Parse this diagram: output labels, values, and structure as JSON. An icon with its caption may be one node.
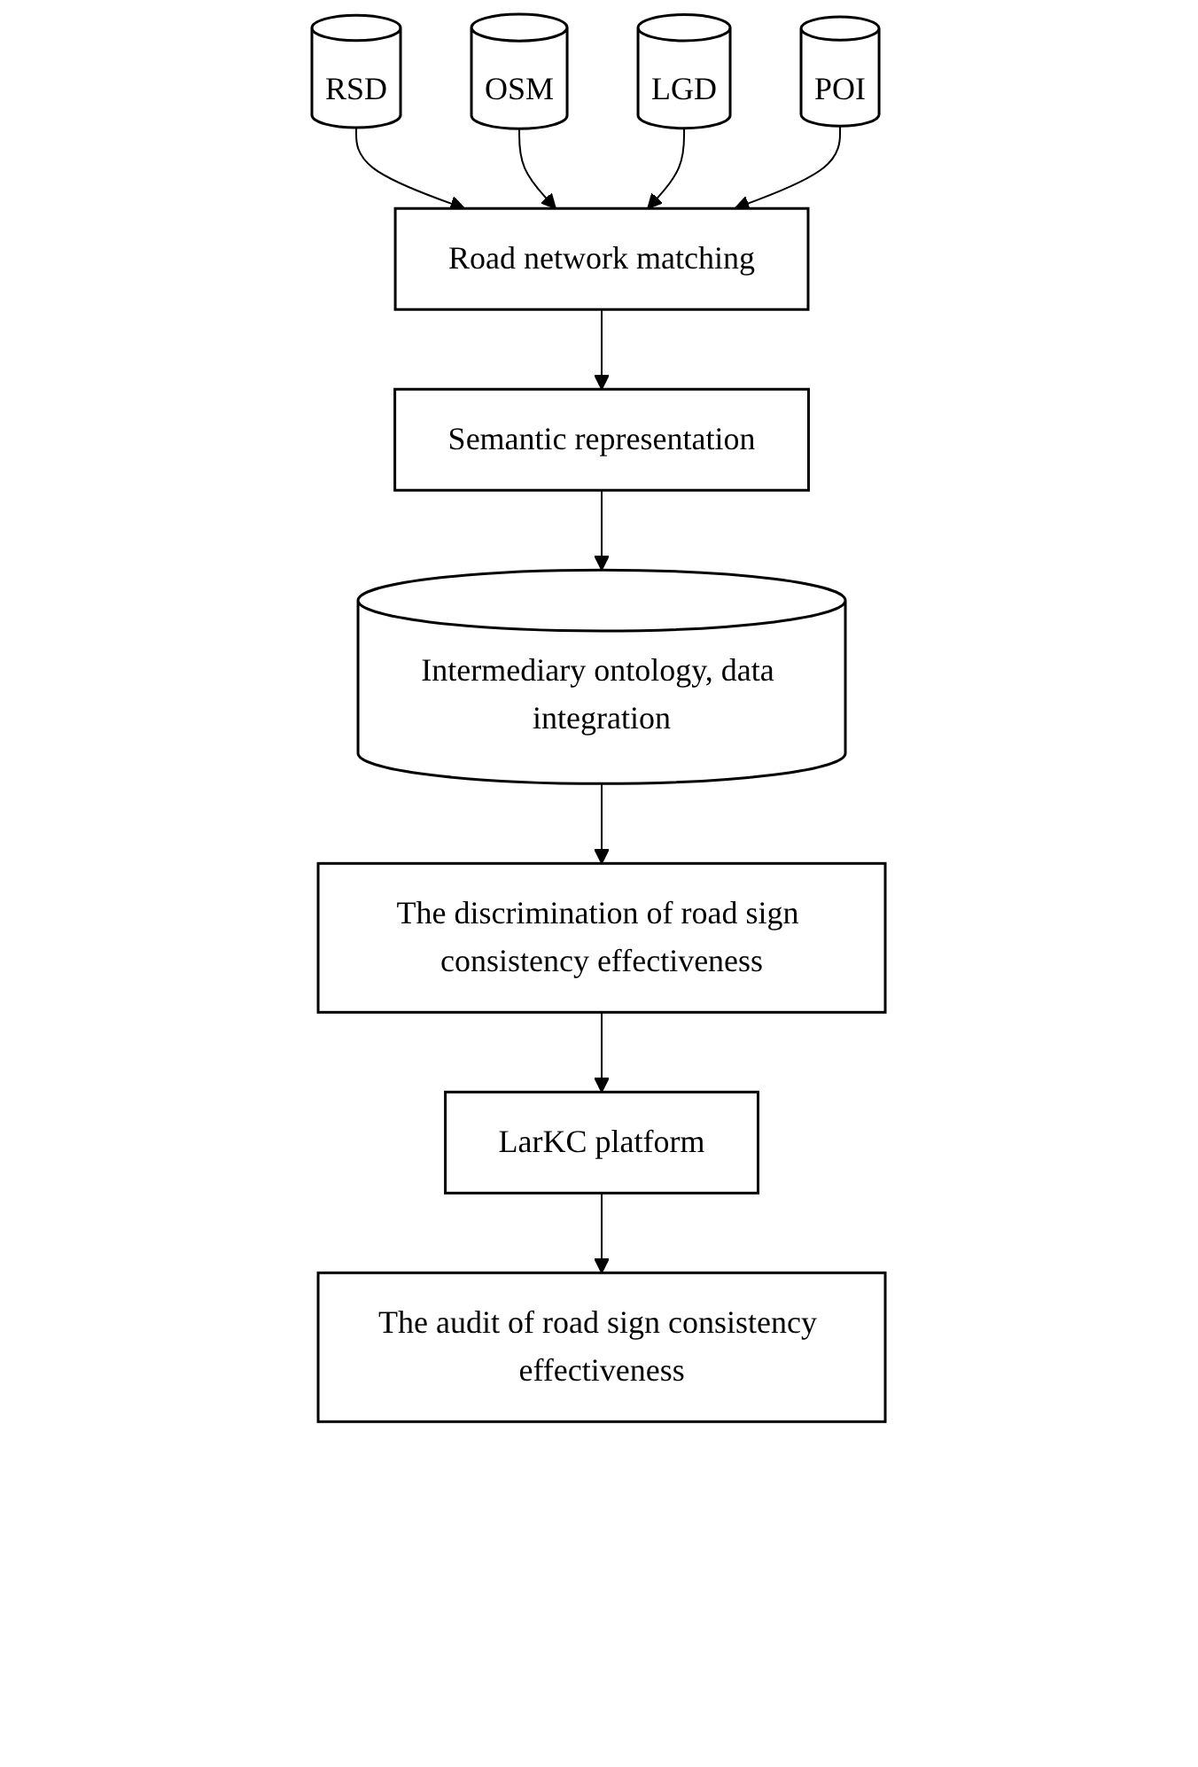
{
  "diagram": {
    "nodes": [
      {
        "text": [
          "RSD"
        ]
      },
      {
        "text": [
          "OSM"
        ]
      },
      {
        "text": [
          "LGD"
        ]
      },
      {
        "text": [
          "Road network matching"
        ]
      },
      {
        "text": [
          "POI"
        ]
      },
      {
        "text": [
          "Semantic representation"
        ]
      },
      {
        "text": [
          "Intermediary ontology, data integration"
        ]
      },
      {
        "text": [
          "The discrimination of road sign consistency effectiveness"
        ]
      },
      {
        "text": [
          "LarKC platform"
        ]
      },
      {
        "text": [
          "The audit of road sign consistency effectiveness"
        ]
      }
    ],
    "edges": [
      {
        "from": 0,
        "to": 3,
        "arrow": "to"
      },
      {
        "from": 1,
        "to": 3,
        "arrow": "to"
      },
      {
        "from": 2,
        "to": 3,
        "arrow": "to"
      },
      {
        "from": 4,
        "to": 3,
        "arrow": "to"
      },
      {
        "from": 3,
        "to": 5,
        "arrow": "to"
      },
      {
        "from": 5,
        "to": 6,
        "arrow": "to"
      },
      {
        "from": 6,
        "to": 7,
        "arrow": "to"
      },
      {
        "from": 7,
        "to": 8,
        "arrow": "to"
      },
      {
        "from": 8,
        "to": 9,
        "arrow": "to"
      }
    ]
  }
}
